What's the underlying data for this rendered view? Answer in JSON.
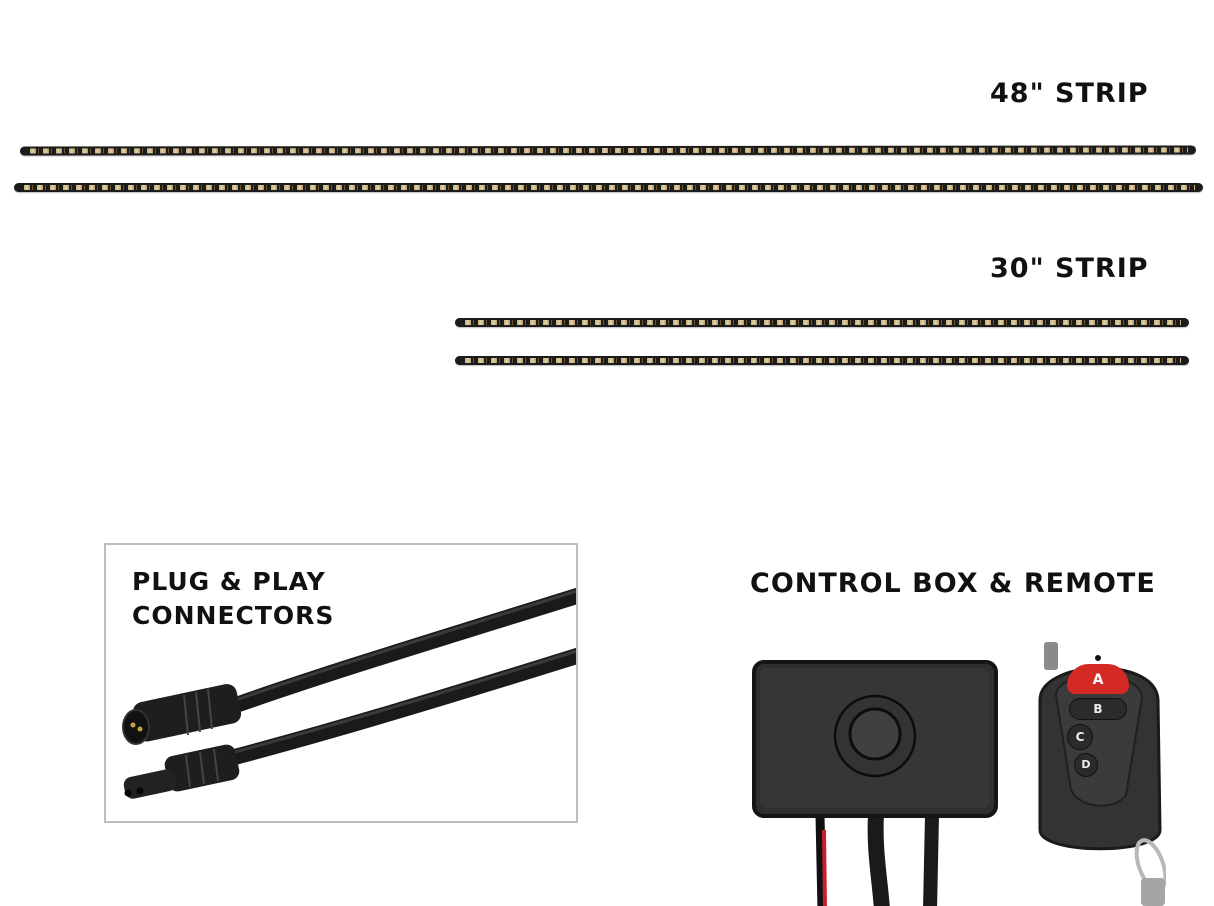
{
  "labels": {
    "strip_48": "48\" STRIP",
    "strip_30": "30\" STRIP",
    "connectors_line1": "PLUG & PLAY",
    "connectors_line2": "CONNECTORS",
    "control": "CONTROL BOX & REMOTE"
  },
  "remote": {
    "buttons": [
      {
        "label": "A",
        "color": "#d42a25"
      },
      {
        "label": "B",
        "color": "#2b2b2b"
      },
      {
        "label": "C",
        "color": "#2b2b2b"
      },
      {
        "label": "D",
        "color": "#2b2b2b"
      }
    ]
  },
  "colors": {
    "strip_body": "#1c1c1c",
    "led": "#f3dca0",
    "panel_border": "#bdbdbd",
    "text": "#111111",
    "wire_red": "#c8202a"
  }
}
